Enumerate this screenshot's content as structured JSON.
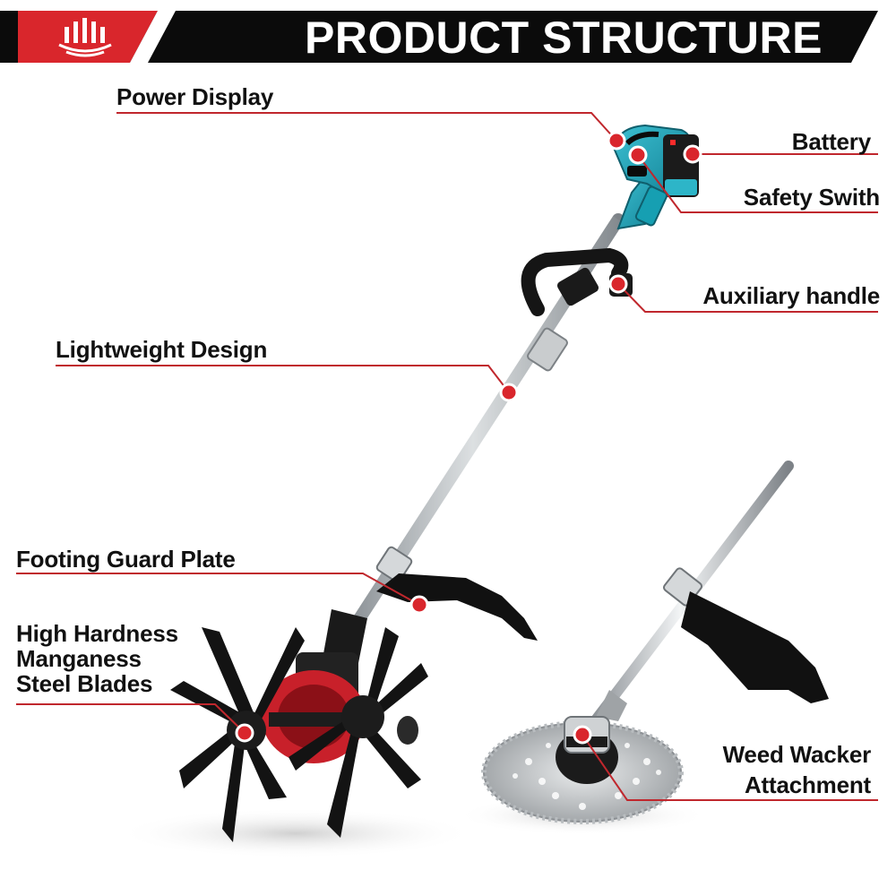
{
  "header": {
    "title": "PRODUCT STRUCTURE",
    "accent_color": "#d9262c",
    "bar_color": "#0b0b0b",
    "logo_icon": "brand-emblem-icon"
  },
  "labels": {
    "power_display": "Power Display",
    "battery": "Battery",
    "safety_switch": "Safety Swith",
    "auxiliary_handle": "Auxiliary handle",
    "lightweight_design": "Lightweight Design",
    "footing_guard_plate": "Footing Guard Plate",
    "blades_line1": "High Hardness",
    "blades_line2": "Manganess",
    "blades_line3": "Steel Blades",
    "weed_wacker_line1": "Weed Wacker",
    "weed_wacker_line2": "Attachment"
  },
  "colors": {
    "callout_line": "#c0272d",
    "marker": "#d9262c",
    "tool_body": "#1f9bb0",
    "shaft": "#bfc3c7",
    "blade_black": "#141414",
    "gearbox_red": "#c8202a"
  }
}
